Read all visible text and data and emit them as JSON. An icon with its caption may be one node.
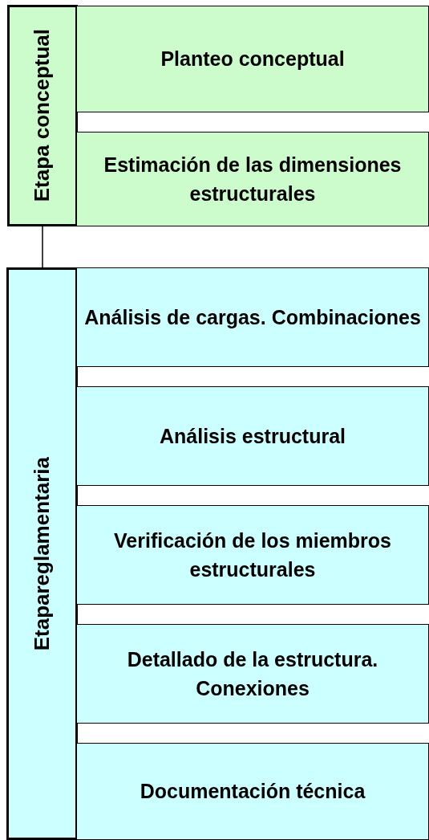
{
  "diagram": {
    "nodes": [
      {
        "text": [
          "Etapa conceptual"
        ]
      },
      {
        "text": [
          "Planteo conceptual"
        ]
      },
      {
        "text": [
          "Estimación de las dimensiones estructurales"
        ]
      },
      {
        "text": [
          "Etapareglamentaria"
        ]
      },
      {
        "text": [
          "Análisis de cargas. Combinaciones"
        ]
      },
      {
        "text": [
          "Análisis estructural"
        ]
      },
      {
        "text": [
          "Verificación de los miembros estructurales"
        ]
      },
      {
        "text": [
          "Detallado de la estructura. Conexiones"
        ]
      },
      {
        "text": [
          "Documentación técnica"
        ]
      }
    ],
    "edges": [
      {
        "from": 0,
        "to": 3,
        "arrow": "none"
      }
    ]
  }
}
